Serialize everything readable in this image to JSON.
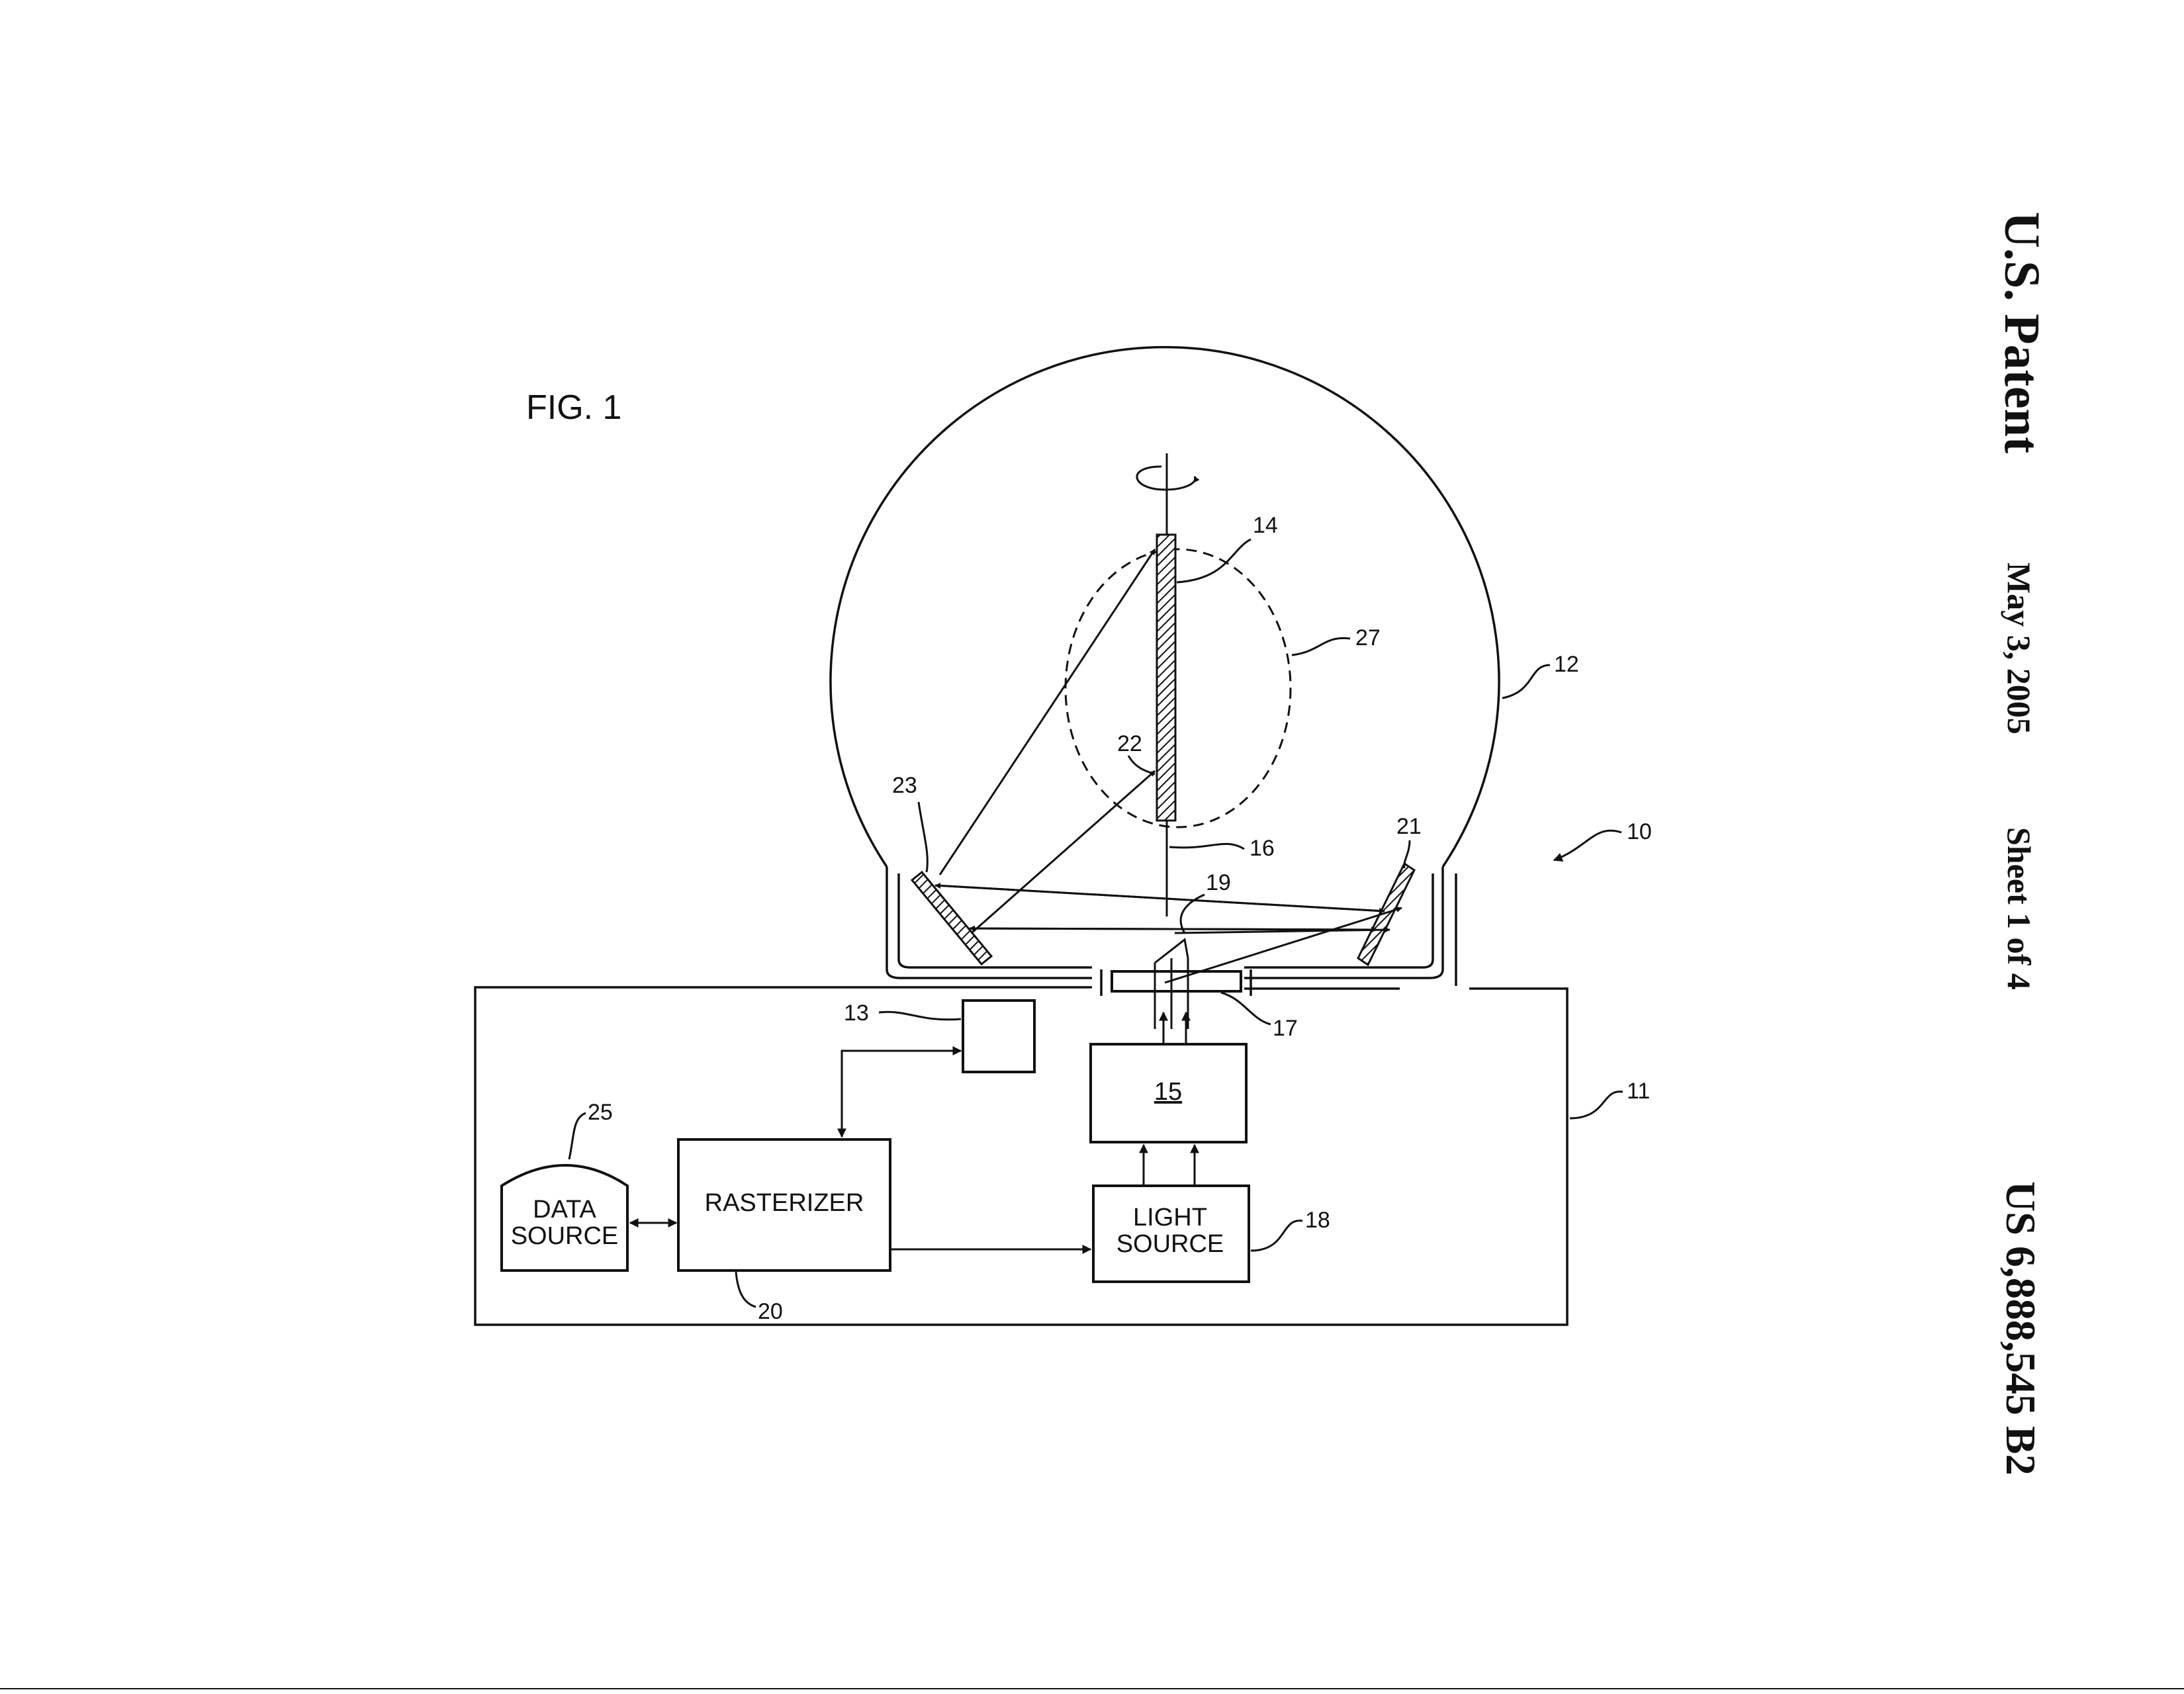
{
  "header": {
    "publication": "U.S. Patent",
    "date": "May 3, 2005",
    "sheet": "Sheet 1 of 4",
    "patent_number": "US 6,888,545 B2"
  },
  "figure": {
    "title": "FIG. 1",
    "blocks": {
      "data_source_line1": "DATA",
      "data_source_line2": "SOURCE",
      "rasterizer": "RASTERIZER",
      "light_source_line1": "LIGHT",
      "light_source_line2": "SOURCE",
      "modulator": "15"
    },
    "refs": {
      "r10": "10",
      "r11": "11",
      "r12": "12",
      "r13": "13",
      "r14": "14",
      "r16": "16",
      "r17": "17",
      "r18": "18",
      "r19": "19",
      "r20": "20",
      "r21": "21",
      "r22": "22",
      "r23": "23",
      "r25": "25",
      "r27": "27"
    }
  }
}
